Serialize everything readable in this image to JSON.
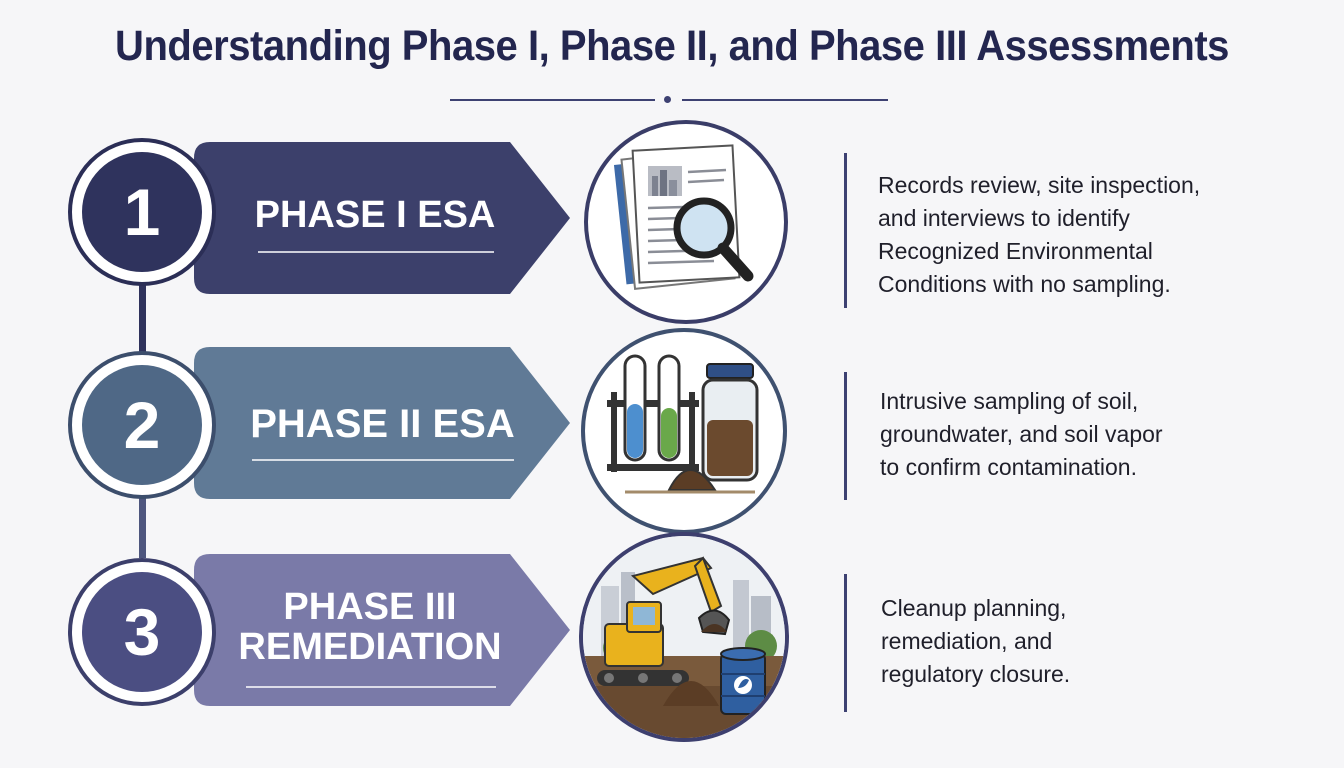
{
  "title": "Understanding Phase I, Phase II, and Phase III Assessments",
  "phases": [
    {
      "number": "1",
      "label": "PHASE I ESA",
      "description_lines": [
        "Records review, site inspection,",
        "and interviews to identify",
        "Recognized Environmental",
        "Conditions with no sampling."
      ],
      "color": "#3c406b",
      "icon": "document-magnifier-icon"
    },
    {
      "number": "2",
      "label": "PHASE II ESA",
      "description_lines": [
        "Intrusive sampling of soil,",
        "groundwater, and soil vapor",
        "to confirm contamination."
      ],
      "color": "#607a96",
      "icon": "test-tubes-soil-jar-icon"
    },
    {
      "number": "3",
      "label_lines": [
        "PHASE III",
        "REMEDIATION"
      ],
      "description_lines": [
        "Cleanup planning,",
        "remediation, and",
        "regulatory closure."
      ],
      "color": "#7a7aa8",
      "icon": "excavator-remediation-icon"
    }
  ]
}
